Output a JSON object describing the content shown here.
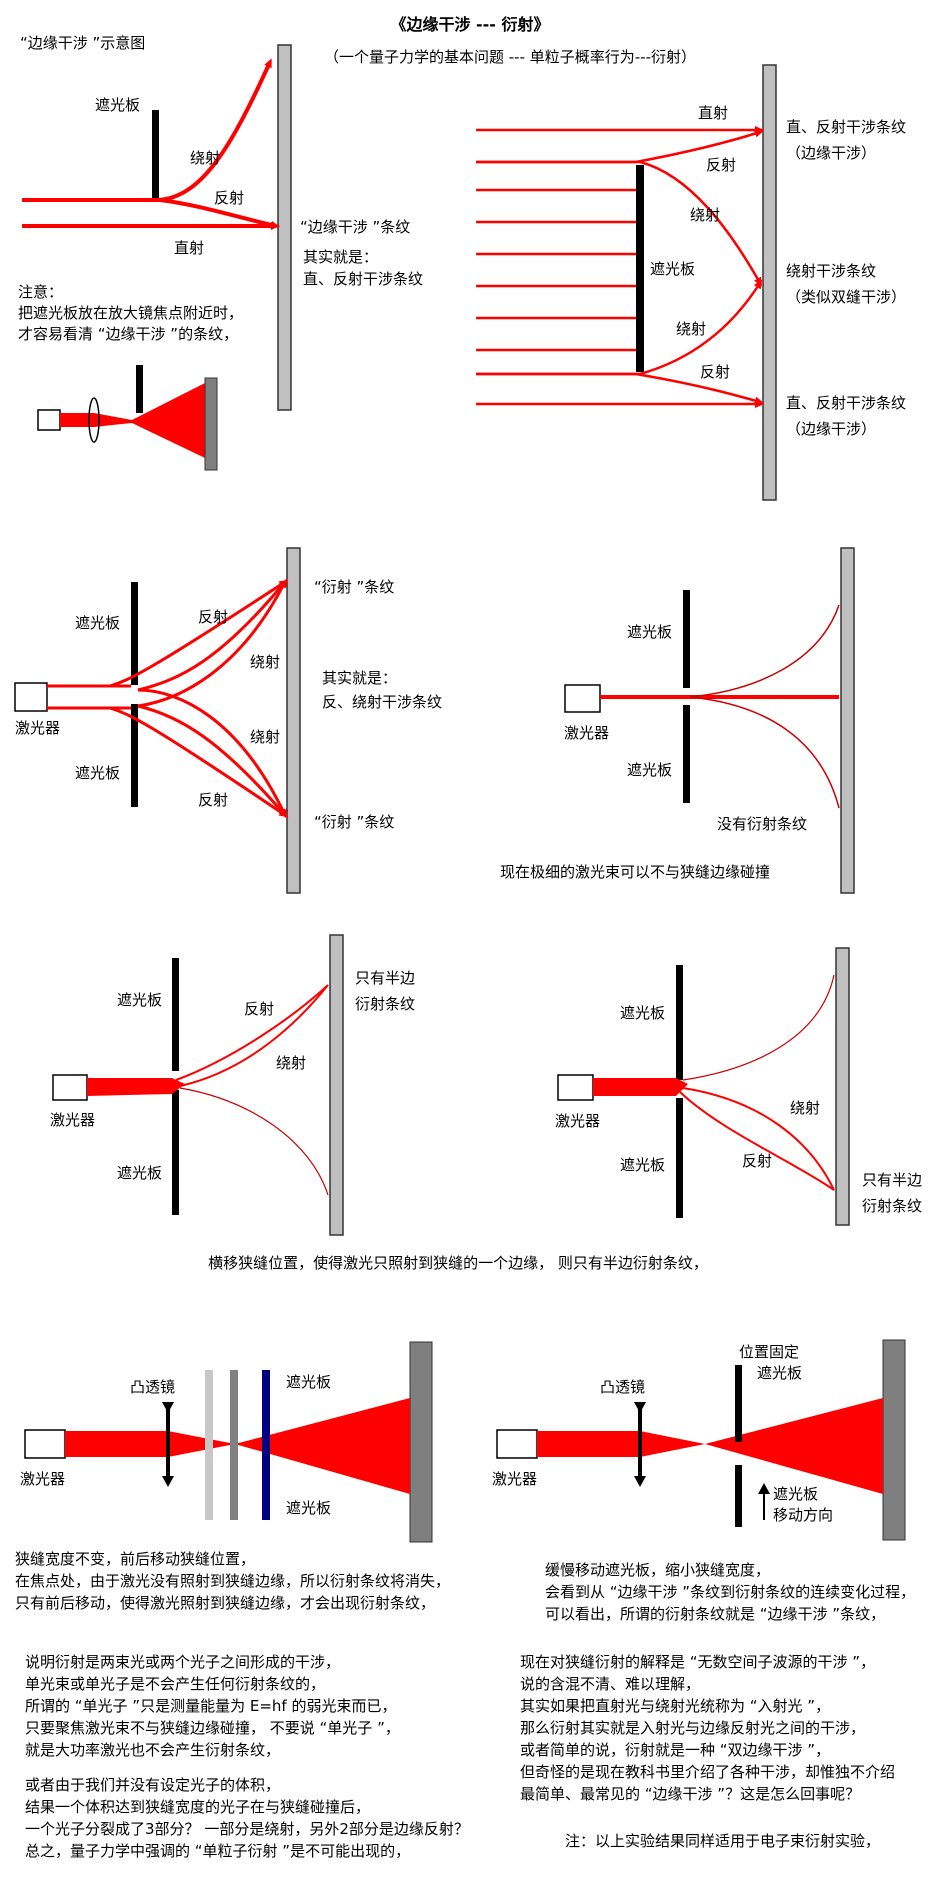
{
  "colors": {
    "beam": "#ff0000",
    "screen": "#c0c0c0",
    "screen_dark": "#7f7f7f",
    "barrier": "#000000",
    "slit_blue": "#000080"
  },
  "header": {
    "title": "《边缘干涉  ---  衍射》",
    "subtitle": "（一个量子力学的基本问题 --- 单粒子概率行为---衍射）"
  },
  "fig1": {
    "caption": "“边缘干涉 ”示意图",
    "barrier": "遮光板",
    "diffract": "绕射",
    "reflect": "反射",
    "direct": "直射",
    "fringe": "“边缘干涉 ”条纹",
    "actually": "其实就是：",
    "direct_reflect": "直、反射干涉条纹",
    "note": [
      "注意：",
      "把遮光板放在放大镜焦点附近时，",
      "才容易看清 “边缘干涉 ”的条纹，"
    ]
  },
  "fig2": {
    "direct": "直射",
    "reflect": "反射",
    "diffract": "绕射",
    "barrier": "遮光板",
    "top_label": [
      "直、反射干涉条纹",
      "（边缘干涉）"
    ],
    "mid_label": [
      "绕射干涉条纹",
      "（类似双缝干涉）"
    ],
    "bot_label": [
      "直、反射干涉条纹",
      "（边缘干涉）"
    ]
  },
  "fig3": {
    "barrier_top": "遮光板",
    "barrier_bot": "遮光板",
    "laser": "激光器",
    "reflect": "反射",
    "diffract": "绕射",
    "fringe": "“衍射 ”条纹",
    "actually": "其实就是：",
    "reflect_diffract": "反、绕射干涉条纹"
  },
  "fig4": {
    "barrier_top": "遮光板",
    "barrier_bot": "遮光板",
    "laser": "激光器",
    "no_fringe": "没有衍射条纹",
    "caption": "现在极细的激光束可以不与狭缝边缘碰撞"
  },
  "fig5": {
    "barrier_top": "遮光板",
    "barrier_bot": "遮光板",
    "laser": "激光器",
    "reflect": "反射",
    "diffract": "绕射",
    "half": [
      "只有半边",
      "衍射条纹"
    ]
  },
  "fig6": {
    "barrier_top": "遮光板",
    "barrier_bot": "遮光板",
    "laser": "激光器",
    "reflect": "反射",
    "diffract": "绕射",
    "half": [
      "只有半边",
      "衍射条纹"
    ]
  },
  "caption_half": "横移狭缝位置，使得激光只照射到狭缝的一个边缘， 则只有半边衍射条纹，",
  "fig7": {
    "lens": "凸透镜",
    "barrier_top": "遮光板",
    "barrier_bot": "遮光板",
    "laser": "激光器",
    "text": [
      "狭缝宽度不变，前后移动狭缝位置，",
      "在焦点处，由于激光没有照射到狭缝边缘，所以衍射条纹将消失，",
      "只有前后移动，使得激光照射到狭缝边缘，才会出现衍射条纹，"
    ]
  },
  "fig8": {
    "lens": "凸透镜",
    "fixed": "位置固定",
    "barrier": "遮光板",
    "laser": "激光器",
    "move": [
      "遮光板",
      "移动方向"
    ],
    "text": [
      "缓慢移动遮光板，缩小狭缝宽度，",
      "会看到从 “边缘干涉 ”条纹到衍射条纹的连续变化过程，",
      "可以看出，所谓的衍射条纹就是 “边缘干涉 ”条纹，"
    ]
  },
  "left_text": [
    "说明衍射是两束光或两个光子之间形成的干涉，",
    "单光束或单光子是不会产生任何衍射条纹的，",
    "所谓的 “单光子 ”只是测量能量为  E=hf  的弱光束而已，",
    "只要聚焦激光束不与狭缝边缘碰撞， 不要说 “单光子 ”，",
    "就是大功率激光也不会产生衍射条纹，",
    "或者由于我们并没有设定光子的体积，",
    "结果一个体积达到狭缝宽度的光子在与狭缝碰撞后，",
    "一个光子分裂成了3部分？ 一部分是绕射，另外2部分是边缘反射？",
    "总之，量子力学中强调的 “单粒子衍射 ”是不可能出现的，"
  ],
  "right_text": [
    "现在对狭缝衍射的解释是 “无数空间子波源的干涉 ”，",
    "说的含混不清、难以理解，",
    "其实如果把直射光与绕射光统称为 “入射光 ”，",
    "那么衍射其实就是入射光与边缘反射光之间的干涉，",
    "或者简单的说，衍射就是一种 “双边缘干涉 ”，",
    "但奇怪的是现在教科书里介绍了各种干涉，却惟独不介绍",
    "最简单、最常见的 “边缘干涉 ”？这是怎么回事呢？"
  ],
  "footnote": "注：以上实验结果同样适用于电子束衍射实验，"
}
